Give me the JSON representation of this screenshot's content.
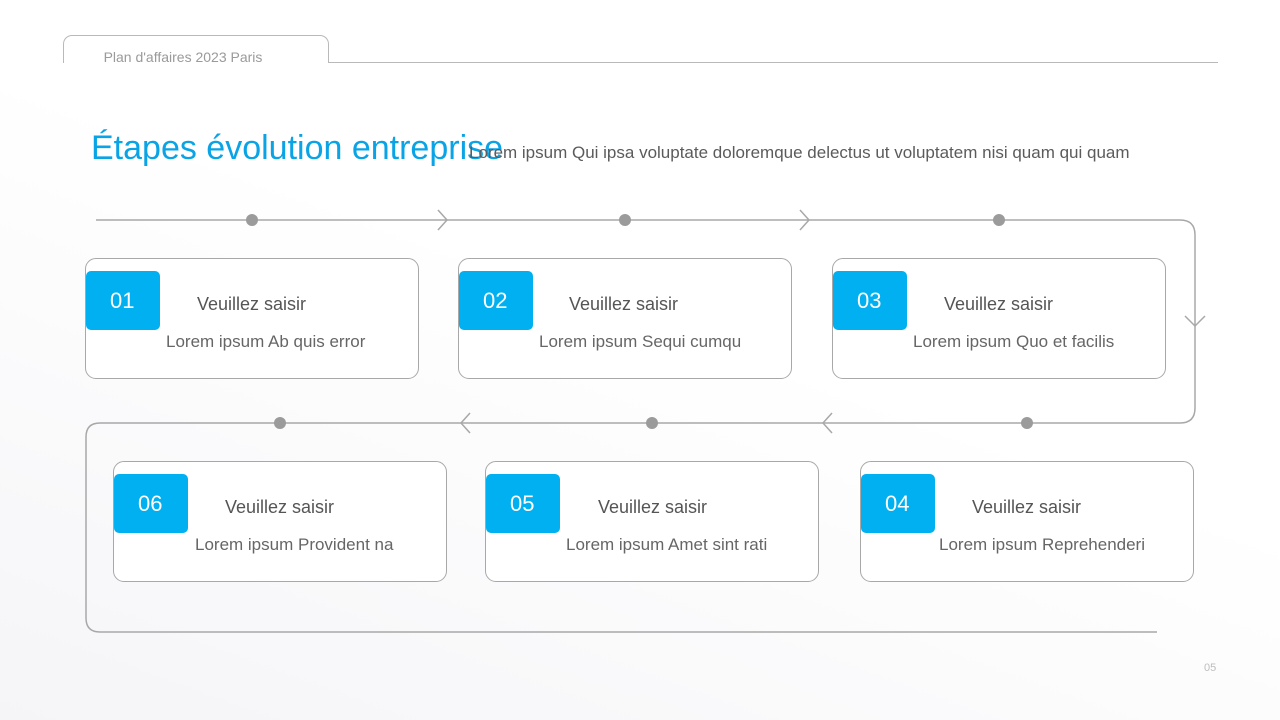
{
  "header": {
    "tab_label": "Plan d'affaires 2023 Paris"
  },
  "title": "Étapes évolution entreprise",
  "subtitle": "Lorem ipsum Qui ipsa voluptate doloremque delectus ut voluptatem nisi quam qui quam",
  "steps": [
    {
      "number": "01",
      "title": "Veuillez saisir",
      "description": "Lorem ipsum Ab quis error"
    },
    {
      "number": "02",
      "title": "Veuillez saisir",
      "description": "Lorem ipsum Sequi cumqu"
    },
    {
      "number": "03",
      "title": "Veuillez saisir",
      "description": "Lorem ipsum Quo et facilis"
    },
    {
      "number": "04",
      "title": "Veuillez saisir",
      "description": "Lorem ipsum Reprehenderi"
    },
    {
      "number": "05",
      "title": "Veuillez saisir",
      "description": "Lorem ipsum Amet sint rati"
    },
    {
      "number": "06",
      "title": "Veuillez saisir",
      "description": "Lorem ipsum Provident na"
    }
  ],
  "page_number": "05",
  "colors": {
    "accent": "#00b0f0",
    "title": "#0aa4e6",
    "line": "#a8a8a8",
    "dot": "#9b9b9b"
  }
}
